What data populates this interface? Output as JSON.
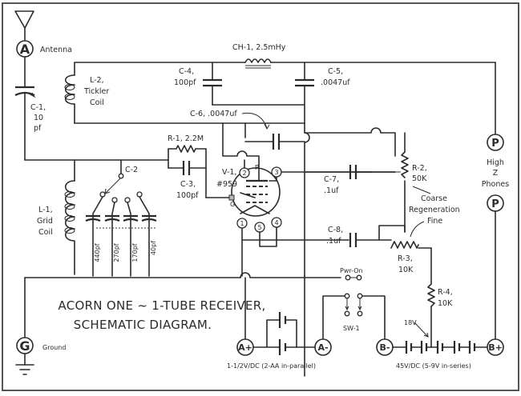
{
  "diagram": {
    "title_line1": "ACORN ONE ~ 1-TUBE RECEIVER,",
    "title_line2": "SCHEMATIC DIAGRAM.",
    "terminals": {
      "antenna": {
        "symbol": "A",
        "label": "Antenna"
      },
      "ground": {
        "symbol": "G",
        "label": "Ground"
      },
      "phones_top": {
        "symbol": "P"
      },
      "phones_bottom": {
        "symbol": "P"
      },
      "phones_label": [
        "High",
        "Z",
        "Phones"
      ],
      "a_plus": {
        "symbol": "A+"
      },
      "a_minus": {
        "symbol": "A-"
      },
      "b_minus": {
        "symbol": "B-"
      },
      "b_plus": {
        "symbol": "B+"
      }
    },
    "components": {
      "c1": {
        "name": "C-1,",
        "value": "10",
        "unit": "pf"
      },
      "l2": {
        "name": "L-2,",
        "line2": "Tickler",
        "line3": "Coil"
      },
      "ch1": {
        "label": "CH-1, 2.5mHy"
      },
      "c4": {
        "name": "C-4,",
        "value": "100pf"
      },
      "c5": {
        "name": "C-5,",
        "value": ".0047uf"
      },
      "c6": {
        "label": "C-6, .0047uf"
      },
      "r1": {
        "label": "R-1, 2.2M"
      },
      "c3": {
        "name": "C-3,",
        "value": "100pf"
      },
      "v1": {
        "name": "V-1,",
        "value": "#959",
        "pins": [
          "1",
          "2",
          "3",
          "4",
          "5"
        ],
        "pin_p": "P",
        "pin_g": "G"
      },
      "c2": {
        "name": "C-2",
        "values": [
          "440pf",
          "270pf",
          "170pf",
          "40pf"
        ]
      },
      "l1": {
        "name": "L-1,",
        "line2": "Grid",
        "line3": "Coil"
      },
      "c7": {
        "name": "C-7,",
        "value": ".1uf"
      },
      "r2": {
        "name": "R-2,",
        "value": "50K"
      },
      "regen": {
        "coarse": "Coarse",
        "regeneration": "Regeneration",
        "fine": "Fine"
      },
      "c8": {
        "name": "C-8,",
        "value": ".1uf"
      },
      "r3": {
        "name": "R-3,",
        "value": "10K"
      },
      "r4": {
        "name": "R-4,",
        "value": "10K"
      },
      "pwr_on": {
        "label": "Pwr-On"
      },
      "sw1": {
        "label": "SW-1"
      },
      "tap_18v": {
        "label": "18V"
      }
    },
    "batteries": {
      "a_battery": "1-1/2V/DC (2-AA in-parallel)",
      "b_battery": "45V/DC (5-9V in-series)"
    }
  }
}
